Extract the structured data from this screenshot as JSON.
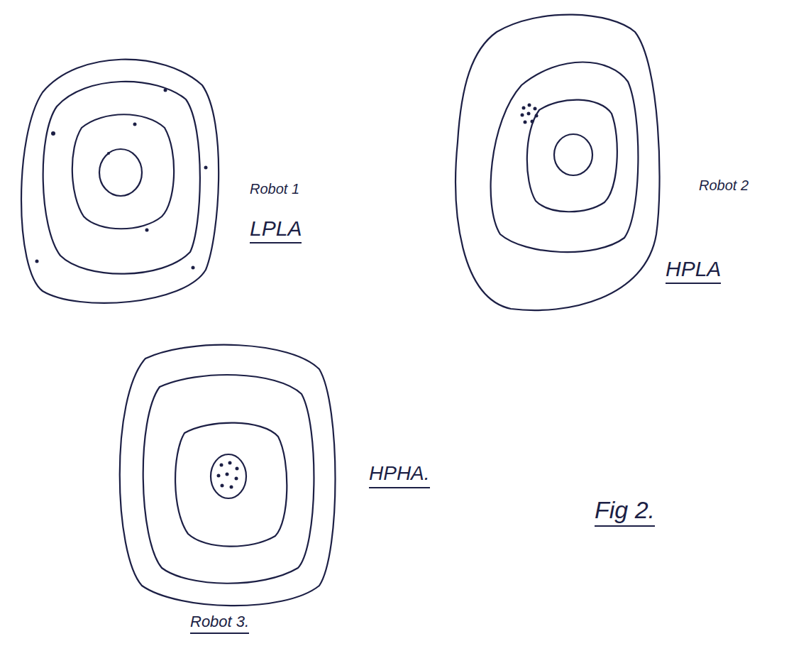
{
  "diagram": {
    "caption": "Fig 2.",
    "labels": [
      "Robot 1",
      "LPLA",
      "Robot 2",
      "HPLA",
      "HPHA.",
      "Robot 3."
    ]
  }
}
